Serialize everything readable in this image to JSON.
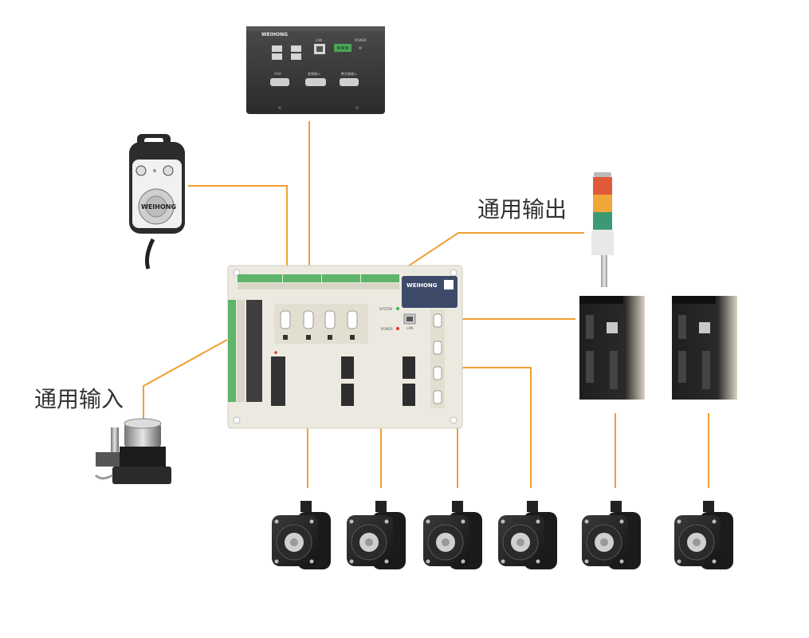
{
  "labels": {
    "general_output": "通用输出",
    "general_input": "通用输入"
  },
  "branding": {
    "brand": "WEIHONG"
  },
  "box_top": {
    "ports": [
      "VGA",
      "变频输入",
      "数字量输入",
      "LAN",
      "POWER"
    ]
  },
  "controller": {
    "status_leds": [
      "SYSTEM",
      "POWER"
    ],
    "lan_label": "LAN"
  },
  "colors": {
    "connector_line": "#f0a030",
    "device_dark": "#2a2a2a",
    "board": "#eceae0",
    "terminal_green": "#5db46a",
    "text": "#333333"
  },
  "icons": {
    "servo_motor": "servo-motor-icon",
    "servo_drive": "servo-drive-icon",
    "signal_tower": "signal-tower-icon",
    "handwheel": "handwheel-pendant-icon",
    "tool_sensor": "tool-setter-icon"
  }
}
